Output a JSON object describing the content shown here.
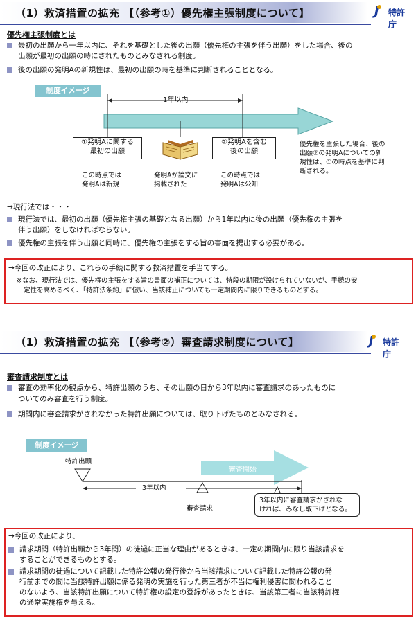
{
  "logo": {
    "name": "特許庁"
  },
  "slide1": {
    "title": "（1）救済措置の拡充 【（参考①）優先権主張制度について】",
    "section_heading": "優先権主張制度とは",
    "bullets": [
      "最初の出願から一年以内に、それを基礎とした後の出願（優先権の主張を伴う出願）をした場合、後の",
      "出願が最初の出願の時にされたものとみなされる制度。",
      "後の出願の発明Aの新規性は、最初の出願の時を基準に判断されることとなる。"
    ],
    "image_label": "制度イメージ",
    "one_year": "1年以内",
    "box_first_l1": "①発明Aに関する",
    "box_first_l2": "最初の出願",
    "box_second_l1": "②発明Aを含む",
    "box_second_l2": "後の出願",
    "note_first_l1": "この時点では",
    "note_first_l2": "発明Aは新規",
    "note_paper_l1": "発明Aが論文に",
    "note_paper_l2": "掲載された",
    "note_second_l1": "この時点では",
    "note_second_l2": "発明Aは公知",
    "right_note_l1": "優先権を主張した場合、後の",
    "right_note_l2": "出願②の発明Aについての新",
    "right_note_l3": "規性は、①の時点を基準に判",
    "right_note_l4": "断される。",
    "current_law": "→現行法では・・・",
    "law_bullets": [
      "現行法では、最初の出願（優先権主張の基礎となる出願）から1年以内に後の出願（優先権の主張を",
      "伴う出願）をしなければならない。",
      "優先権の主張を伴う出願と同時に、優先権の主張をする旨の書面を提出する必要がある。"
    ],
    "revision": "→今回の改正により、これらの手続に関する救済措置を手当てする。",
    "revision_note_l1": "※なお、現行法では、優先権の主張をする旨の書面の補正については、特段の期限が設けられていないが、手続の安",
    "revision_note_l2": "定性を高めるべく、「特許法条約」に倣い、当該補正についても一定期間内に限りできるものとする。"
  },
  "slide2": {
    "title": "（1）救済措置の拡充 【（参考②）審査請求制度について】",
    "section_heading": "審査請求制度とは",
    "bullets": [
      "審査の効率化の観点から、特許出願のうち、その出願の日から3年以内に審査請求のあったものに",
      "ついてのみ審査を行う制度。",
      "期間内に審査請求がされなかった特許出願については、取り下げたものとみなされる。"
    ],
    "image_label": "制度イメージ",
    "patent_app": "特許出願",
    "exam_start": "審査開始",
    "three_years": "3年以内",
    "exam_request": "審査請求",
    "callout_l1": "3年以内に審査請求がされな",
    "callout_l2": "ければ、みなし取下げとなる。",
    "revision_lead": "→今回の改正により、",
    "revision_bullets": [
      "請求期間（特許出願から3年間）の徒過に正当な理由があるときは、一定の期間内に限り当該請求を",
      "することができるものとする。",
      "請求期間の徒過について記載した特許公報の発行後から当該請求について記載した特許公報の発",
      "行前までの間に当該特許出願に係る発明の実施を行った第三者が不当に権利侵害に問われること",
      "のないよう、当該特許出願について特許権の設定の登録があったときは、当該第三者に当該特許権",
      "の通常実施権を与える。"
    ]
  },
  "colors": {
    "accent": "#3a4aa0",
    "label": "#84c4cf",
    "arrow": "#98d6d6",
    "bullet": "#8e94c4",
    "red": "#dd2222"
  }
}
